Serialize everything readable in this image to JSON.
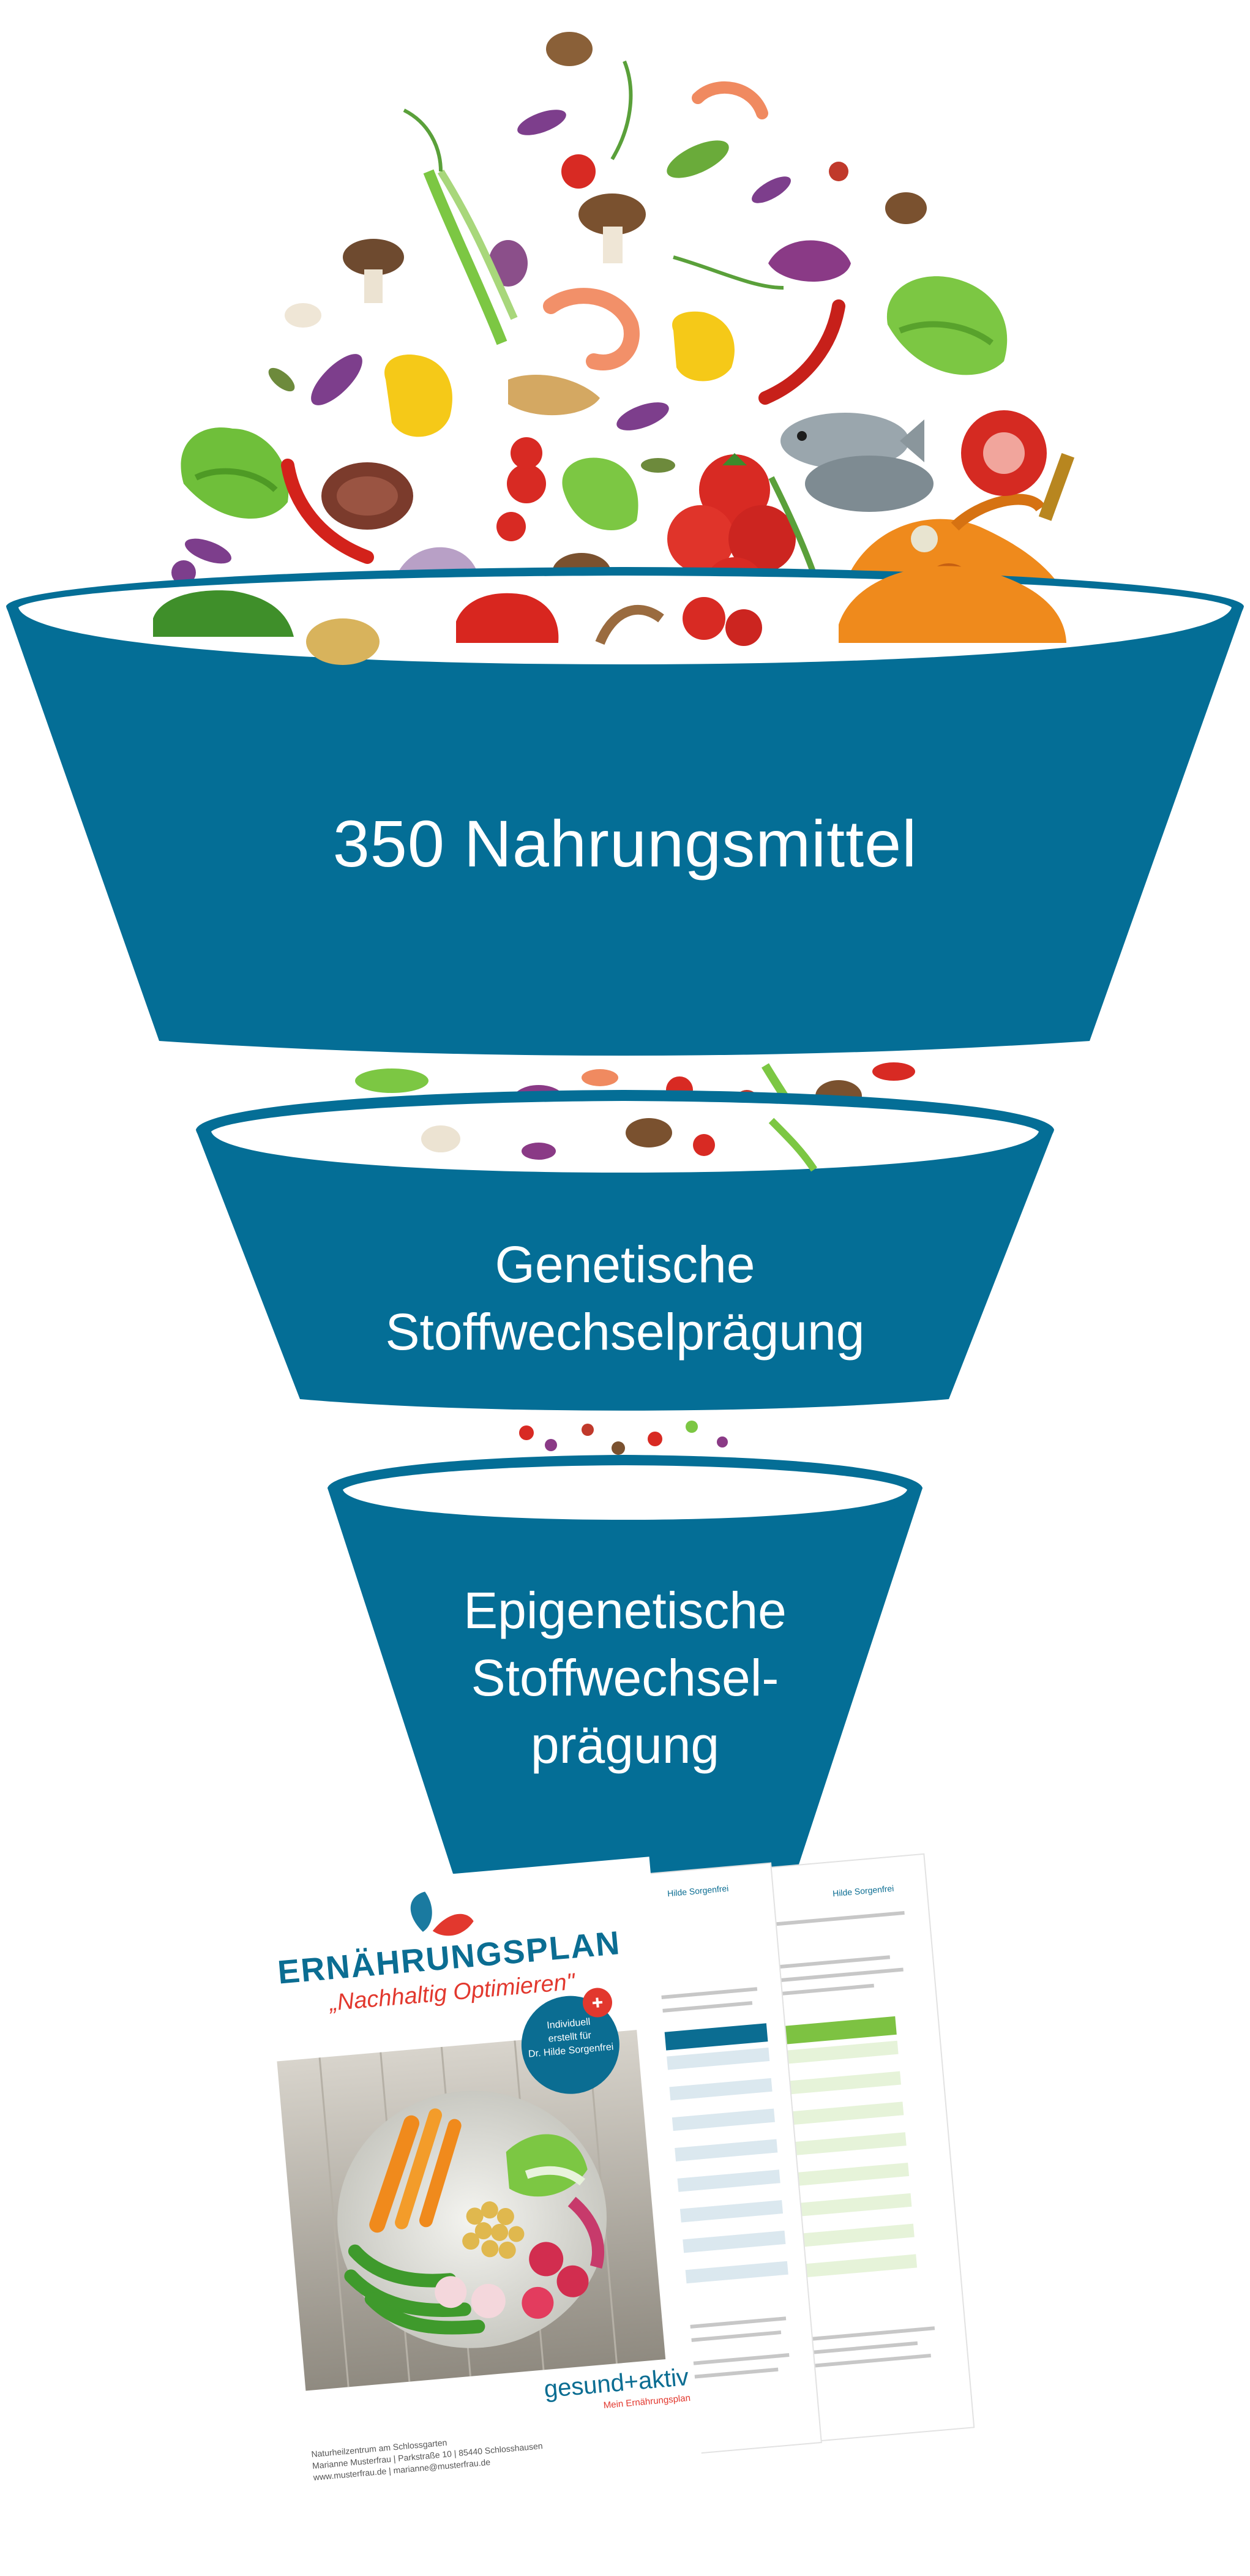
{
  "funnel": {
    "stage1": "350 Nahrungsmittel",
    "stage2_line1": "Genetische",
    "stage2_line2": "Stoffwechselprägung",
    "stage3_line1": "Epigenetische",
    "stage3_line2": "Stoffwechsel-",
    "stage3_line3": "prägung"
  },
  "colors": {
    "funnel": "#046e96",
    "funnel_rim": "#ffffff",
    "plan_title": "#0b6d92",
    "plan_subtitle": "#e2382e",
    "badge": "#0b6d92",
    "table_header": "#0b6d92",
    "table_header_green": "#7dc242"
  },
  "brochure": {
    "title": "ERNÄHRUNGSPLAN",
    "subtitle": "„Nachhaltig Optimieren\"",
    "badge_line1": "Individuell",
    "badge_line2": "erstellt für",
    "badge_line3": "Dr. Hilde Sorgenfrei",
    "brand": "gesund+aktiv",
    "brand_tagline": "Mein Ernährungsplan",
    "footer_line1": "Naturheilzentrum am Schlossgarten",
    "footer_line2": "Marianne Musterfrau | Parkstraße 10 | 85440 Schlosshausen",
    "footer_line3": "www.musterfrau.de | marianne@musterfrau.de",
    "page_header_name": "Hilde Sorgenfrei"
  }
}
